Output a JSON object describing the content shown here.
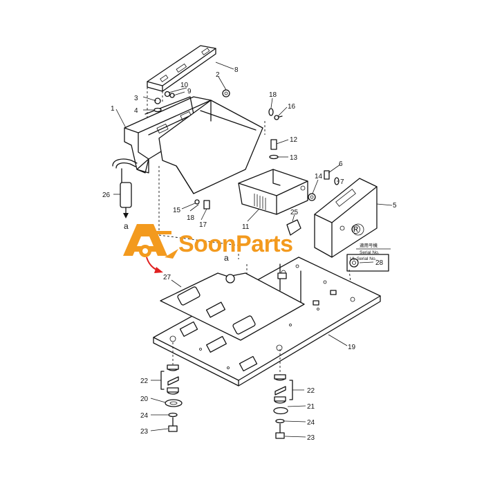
{
  "brand": {
    "name": "SoonParts",
    "registered_mark": "®",
    "accent_color": "#F39A1E",
    "arrow_color": "#E02020"
  },
  "callouts": {
    "c1": "1",
    "c2": "2",
    "c3": "3",
    "c4": "4",
    "c5": "5",
    "c6": "6",
    "c7": "7",
    "c8": "8",
    "c9": "9",
    "c10": "10",
    "c11": "11",
    "c12": "12",
    "c13": "13",
    "c14": "14",
    "c15": "15",
    "c16": "16",
    "c17": "17",
    "c18a": "18",
    "c18b": "18",
    "c19": "19",
    "c20": "20",
    "c21": "21",
    "c22a": "22",
    "c22b": "22",
    "c23a": "23",
    "c23b": "23",
    "c24a": "24",
    "c24b": "24",
    "c25": "25",
    "c26": "26",
    "c27": "27",
    "c28": "28"
  },
  "markers": {
    "a_top": "a",
    "a_bottom": "a"
  },
  "serial_box": {
    "line1": "適用号機",
    "line2": "Serial No.",
    "line3": "UL Serial No."
  }
}
